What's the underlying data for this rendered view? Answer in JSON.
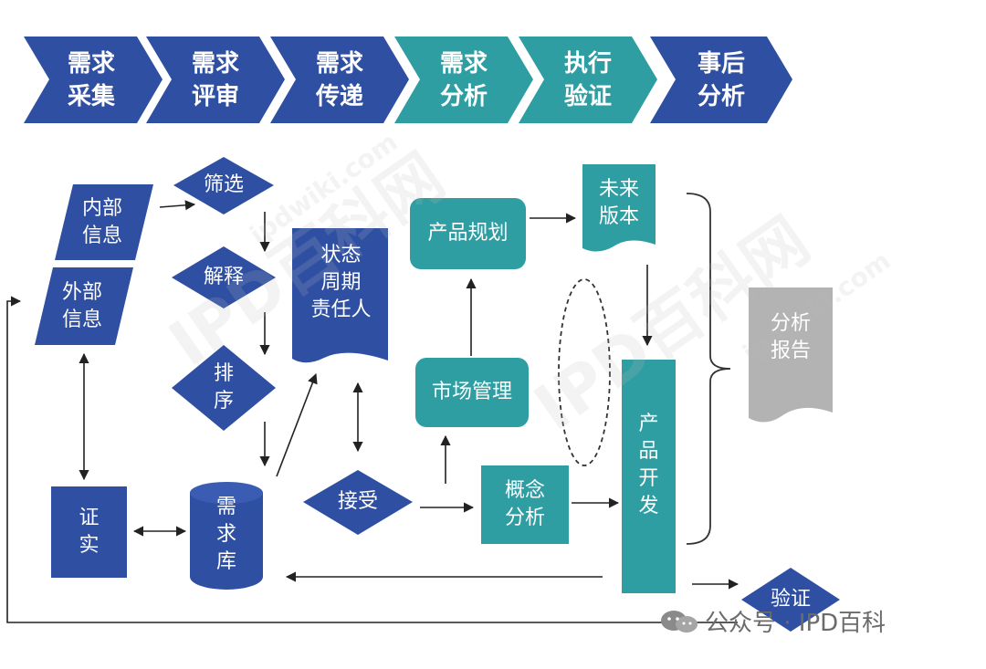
{
  "stages": [
    {
      "label": "需求\n采集"
    },
    {
      "label": "需求\n评审"
    },
    {
      "label": "需求\n传递"
    },
    {
      "label": "需求\n分析"
    },
    {
      "label": "执行\n验证"
    },
    {
      "label": "事后\n分析"
    }
  ],
  "nodes": {
    "internal_info": "内部\n信息",
    "external_info": "外部\n信息",
    "filter": "筛选",
    "explain": "解释",
    "sort": "排\n序",
    "status_doc": "状态\n周期\n责任人",
    "verify_fact": "证\n实",
    "requirement_db": "需\n求\n库",
    "accept": "接受",
    "product_planning": "产品规划",
    "market_management": "市场管理",
    "concept_analysis": "概念\n分析",
    "future_version": "未来\n版本",
    "product_development": "产\n品\n开\n发",
    "analysis_report": "分析\n报告",
    "validation": "验证"
  },
  "watermark": {
    "caption": "公众号 · IPD百科",
    "logo_text": "IPD百科网",
    "site_text": "ipdwiki.com"
  },
  "colors": {
    "blue": "#2f4fa3",
    "teal": "#2f9ea3",
    "gray": "#b3b3b3",
    "line": "#222222"
  }
}
